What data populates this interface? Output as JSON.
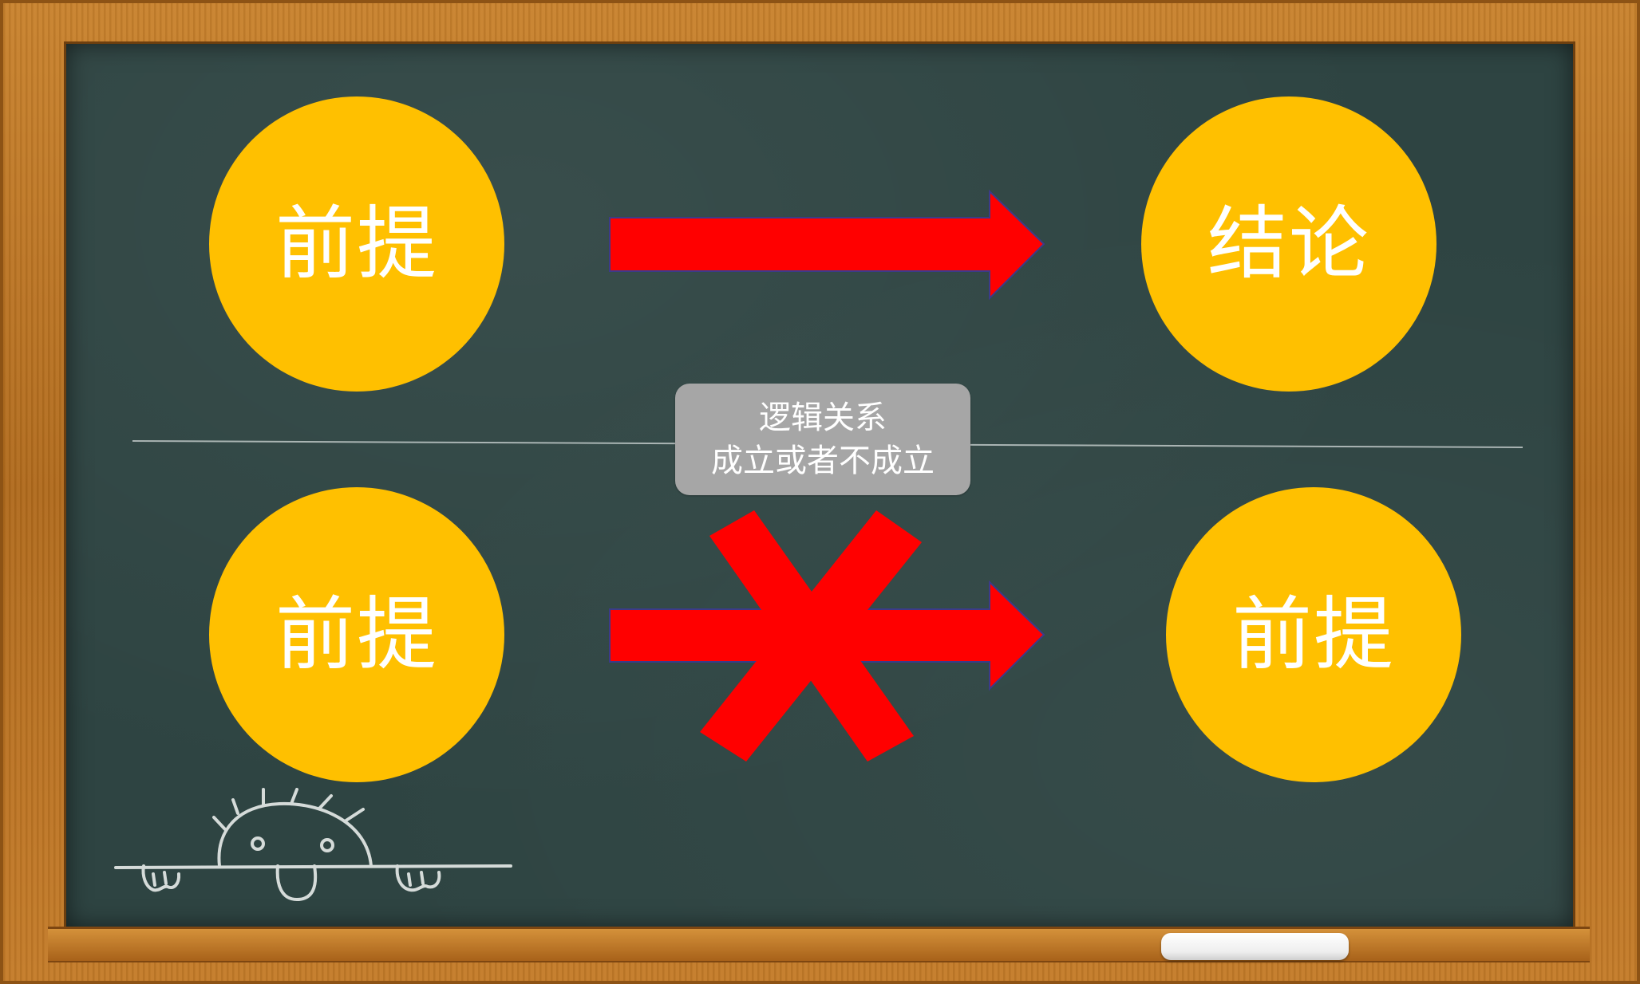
{
  "diagram": {
    "top_row": {
      "left_circle": "前提",
      "right_circle": "结论"
    },
    "bottom_row": {
      "left_circle": "前提",
      "right_circle": "前提"
    },
    "center_label": {
      "line1": "逻辑关系",
      "line2": "成立或者不成立"
    }
  },
  "colors": {
    "board": "#2e4442",
    "frame": "#b06a1c",
    "circle": "#ffc000",
    "arrow": "#ff0000",
    "cross": "#ff0000",
    "label_box": "#a6a6a6",
    "text": "#ffffff"
  },
  "icons": {
    "arrow": "right-arrow-icon",
    "cross": "cross-icon",
    "doodle": "peeking-chalk-character"
  }
}
